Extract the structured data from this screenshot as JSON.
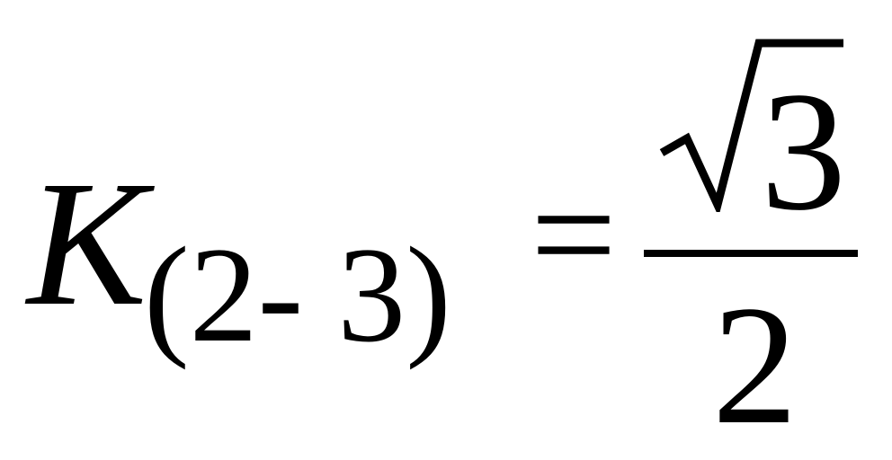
{
  "formula": {
    "variable": "K",
    "subscript": "(2- 3)",
    "equals": "=",
    "numerator_radicand": "3",
    "denominator": "2",
    "radical_icon": "square-root-icon"
  }
}
